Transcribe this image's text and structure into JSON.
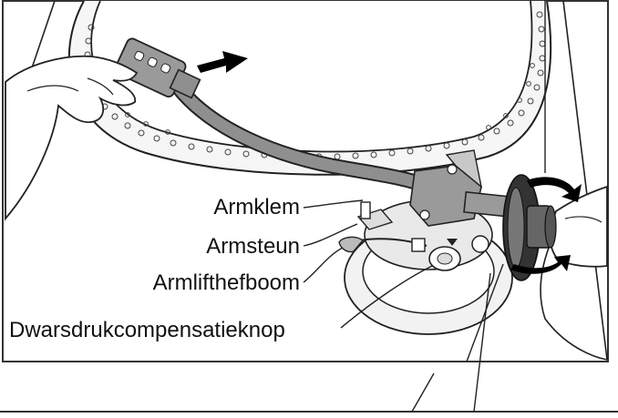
{
  "diagram": {
    "labels": {
      "arm_clamp": "Armklem",
      "arm_rest": "Armsteun",
      "arm_lift_lever": "Armlifthefboom",
      "anti_skating_knob": "Dwarsdrukcompensatieknop"
    },
    "colors": {
      "line": "#1a1a1a",
      "panel_border": "#333333",
      "platter_gray": "#d8d8d8",
      "arm_gray": "#8f8f8f",
      "weight_dark": "#333333",
      "arrow": "#000000"
    }
  }
}
